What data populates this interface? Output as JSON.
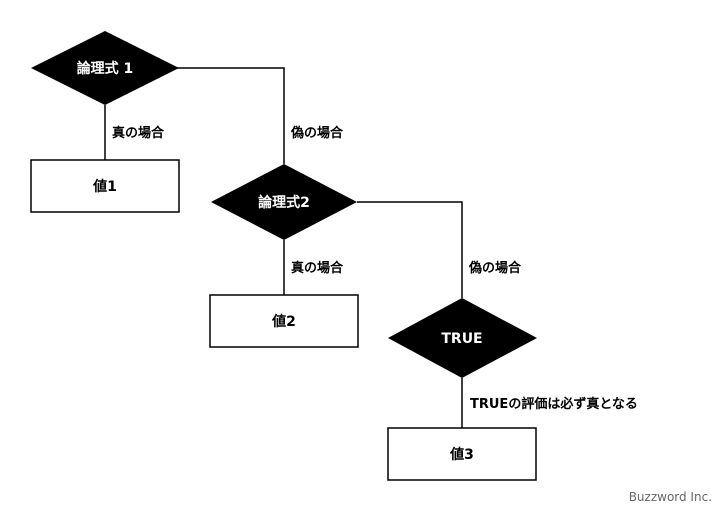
{
  "colors": {
    "diamond_fill": "#000000",
    "diamond_text": "#ffffff",
    "box_fill": "#ffffff",
    "box_stroke": "#000000",
    "line": "#000000",
    "text": "#000000",
    "credit": "#666666"
  },
  "nodes": {
    "decision1": "論理式 1",
    "value1": "値1",
    "decision2": "論理式2",
    "value2": "値2",
    "decision3": "TRUE",
    "value3": "値3"
  },
  "edges": {
    "d1_true": "真の場合",
    "d1_false": "偽の場合",
    "d2_true": "真の場合",
    "d2_false": "偽の場合",
    "d3_note": "TRUEの評価は必ず真となる"
  },
  "credit": "Buzzword Inc."
}
